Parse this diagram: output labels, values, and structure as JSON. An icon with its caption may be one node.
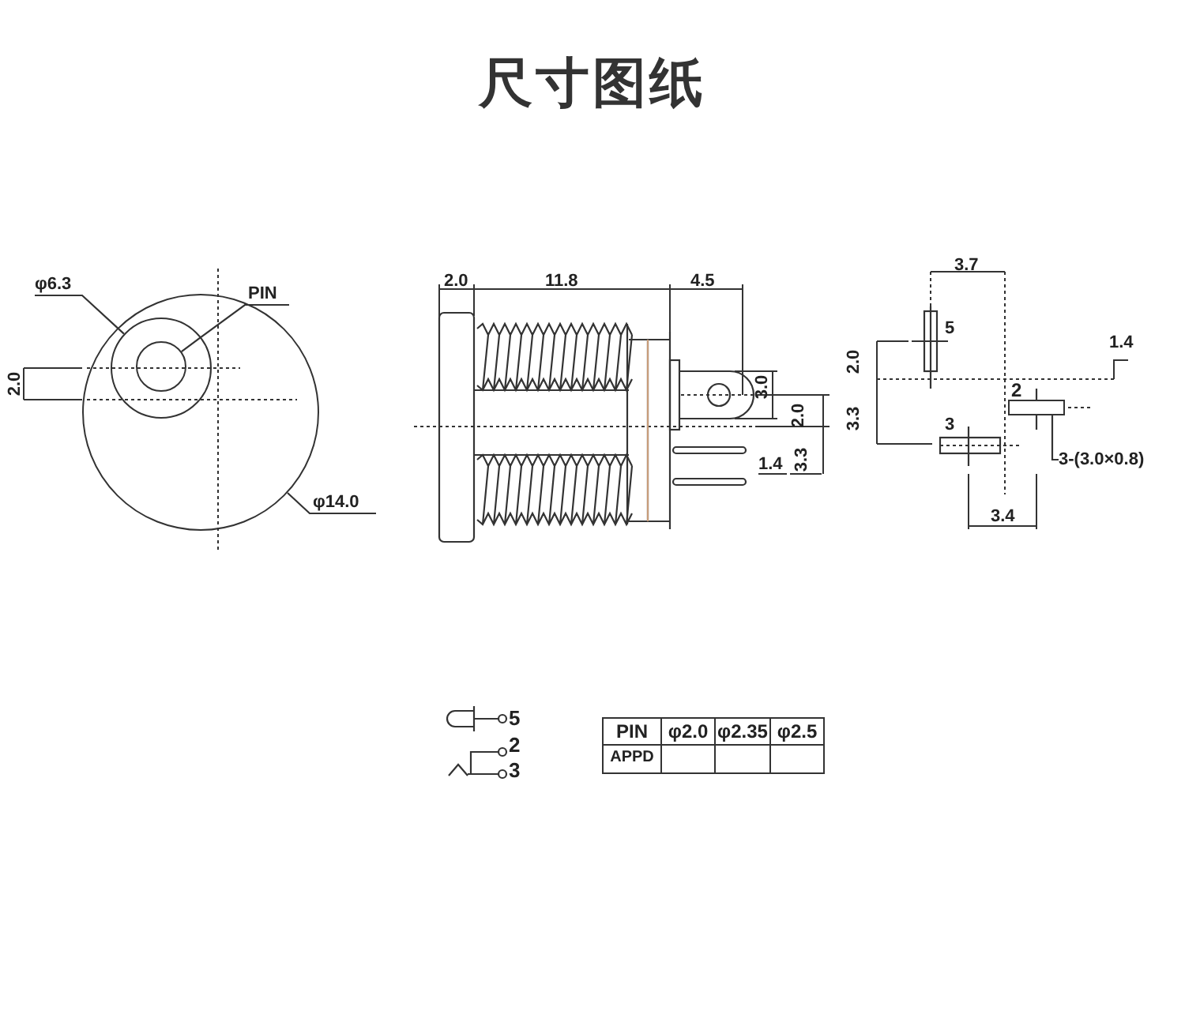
{
  "diagram": {
    "title": "尺寸图纸",
    "nodes": [
      {
        "text": [
          "φ6.3"
        ]
      },
      {
        "text": [],
        "shape": "circle",
        "in": 5
      },
      {
        "text": [
          "PIN"
        ]
      },
      {
        "text": [],
        "shape": "circle",
        "in": 1
      },
      {
        "text": [
          "φ14.0"
        ]
      },
      {
        "text": [],
        "shape": "circle"
      },
      {
        "text": [
          "3-(3.0×0.8)"
        ]
      },
      {
        "text": [],
        "shape": "box",
        "beside": [
          "2"
        ]
      }
    ],
    "edges": [
      {
        "from": 0,
        "to": 1,
        "arrow": "none"
      },
      {
        "from": 2,
        "to": 3,
        "arrow": "none"
      },
      {
        "from": 4,
        "to": 5,
        "arrow": "none"
      },
      {
        "from": 6,
        "to": 7,
        "arrow": "none"
      }
    ],
    "labels": [
      "2.0",
      "2.0",
      "11.8",
      "4.5",
      "3.0",
      "2.0",
      "1.4",
      "3.3",
      "3.7",
      "5",
      "1.4",
      "2.0",
      "3.3",
      "3",
      "3.4",
      "5",
      "2",
      "3",
      "PIN",
      "φ2.0",
      "φ2.35",
      "φ2.5",
      "APPD"
    ]
  }
}
